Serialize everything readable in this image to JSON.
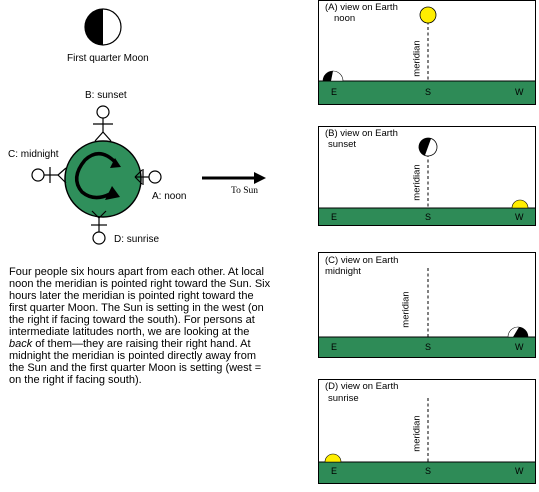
{
  "moon_label": "First quarter Moon",
  "observers": {
    "sunset": "B: sunset",
    "midnight": "C: midnight",
    "noon": "A: noon",
    "sunrise": "D: sunrise"
  },
  "to_sun": "To Sun",
  "paragraph": {
    "p1": "Four people six hours apart from each other. At local noon the meridian is pointed right toward the Sun. Six hours later the meridian is pointed right toward the first quarter Moon. The Sun is setting in the west (on the right if facing toward the south). For persons at intermediate latitudes north, we are looking at the ",
    "emph": "back",
    "p2": " of them—they are raising their right hand. At midnight the meridian is pointed directly away from the Sun and the first quarter Moon is setting (west = on the right if facing south)."
  },
  "panels": [
    {
      "title1": "(A) view on Earth",
      "title2": "noon"
    },
    {
      "title1": "(B) view on Earth",
      "title2": "sunset"
    },
    {
      "title1": "(C) view on Earth",
      "title2": "midnight"
    },
    {
      "title1": "(D) view on Earth",
      "title2": "sunrise"
    }
  ],
  "meridian_label": "meridian",
  "directions": {
    "east": "E",
    "south": "S",
    "west": "W"
  },
  "colors": {
    "ground": "#2e8b57",
    "sun": "#ffee00",
    "earth": "#2f8f5b"
  }
}
